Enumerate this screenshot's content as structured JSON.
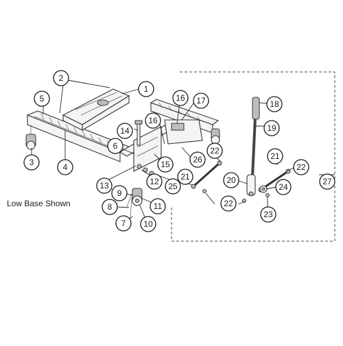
{
  "caption": "Low Base Shown",
  "callouts": [
    {
      "label": "1"
    },
    {
      "label": "2"
    },
    {
      "label": "3"
    },
    {
      "label": "4"
    },
    {
      "label": "5"
    },
    {
      "label": "6"
    },
    {
      "label": "7"
    },
    {
      "label": "8"
    },
    {
      "label": "9"
    },
    {
      "label": "10"
    },
    {
      "label": "11"
    },
    {
      "label": "12"
    },
    {
      "label": "13"
    },
    {
      "label": "14"
    },
    {
      "label": "15"
    },
    {
      "label": "16"
    },
    {
      "label": "16"
    },
    {
      "label": "17"
    },
    {
      "label": "18"
    },
    {
      "label": "19"
    },
    {
      "label": "20"
    },
    {
      "label": "21"
    },
    {
      "label": "21"
    },
    {
      "label": "22"
    },
    {
      "label": "22"
    },
    {
      "label": "22"
    },
    {
      "label": "23"
    },
    {
      "label": "24"
    },
    {
      "label": "25"
    },
    {
      "label": "26"
    },
    {
      "label": "27"
    }
  ]
}
